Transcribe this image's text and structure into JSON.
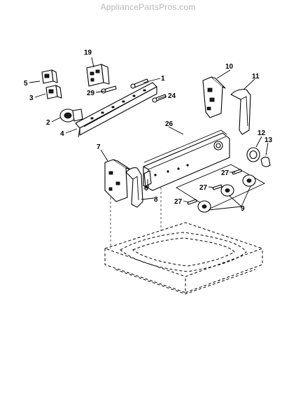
{
  "watermark": "AppliancePartsPros.com",
  "callouts": {
    "c1": "1",
    "c2": "2",
    "c3": "3",
    "c4": "4",
    "c5": "5",
    "c6": "6",
    "c7": "7",
    "c8": "8",
    "c9": "9",
    "c10": "10",
    "c11": "11",
    "c12": "12",
    "c13": "13",
    "c19": "19",
    "c24": "24",
    "c26": "26",
    "c27a": "27",
    "c27b": "27",
    "c27c": "27",
    "c29": "29"
  }
}
